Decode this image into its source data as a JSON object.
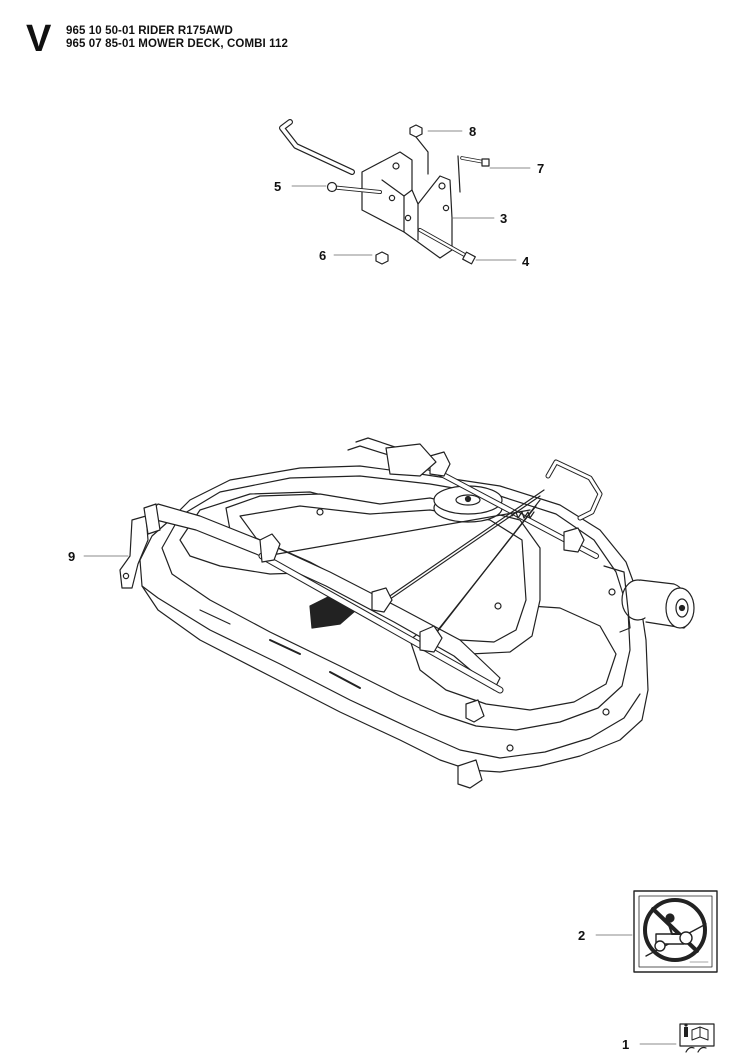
{
  "header": {
    "section_letter": "V",
    "lines": [
      "965 10 50-01 RIDER R175AWD",
      "965 07 85-01 MOWER DECK, COMBI 112"
    ]
  },
  "callouts": [
    "8",
    "7",
    "5",
    "3",
    "6",
    "4",
    "9",
    "2",
    "1"
  ],
  "icons": {
    "warning_label": "no-slope-driving-icon",
    "manual_label": "read-manual-icon"
  },
  "colors": {
    "line": "#222222",
    "fill": "#ffffff",
    "shade": "#d8d8d8"
  }
}
